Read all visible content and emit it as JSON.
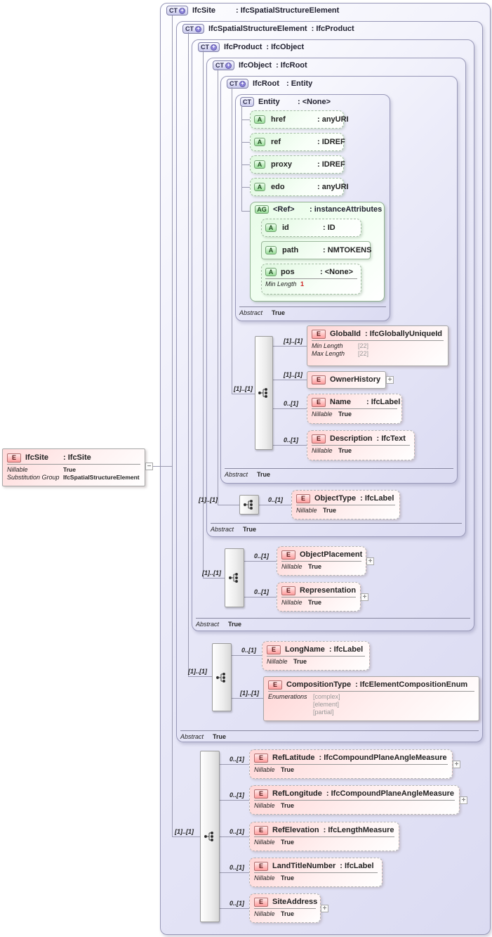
{
  "labels": {
    "ct": "CT",
    "a": "A",
    "ag": "AG",
    "e": "E",
    "plus": "+",
    "minus": "−",
    "abstract": "Abstract",
    "true_value": "True",
    "nillable": "Nillable",
    "substitution_group": "Substitution Group",
    "min_length": "Min Length",
    "max_length": "Max Length",
    "enumerations": "Enumerations"
  },
  "cards": {
    "req": "[1]..[1]",
    "opt": "0..[1]"
  },
  "colors": {
    "ct_fill": "#e9e9f8",
    "attribute_fill": "#e0f8e0",
    "element_fill": "#ffd6d6",
    "connector_line": "#9a9ab0",
    "required_facet_value": "#cc2222"
  },
  "left_element": {
    "name": "IfcSite",
    "type": ": IfcSite",
    "nillable": "True",
    "substitution_group": "IfcSpatialStructureElement"
  },
  "ct": {
    "site": {
      "name": "IfcSite",
      "type": ": IfcSpatialStructureElement"
    },
    "sse": {
      "name": "IfcSpatialStructureElement",
      "type": ": IfcProduct",
      "abstract": "True"
    },
    "product": {
      "name": "IfcProduct",
      "type": ": IfcObject",
      "abstract": "True"
    },
    "object": {
      "name": "IfcObject",
      "type": ": IfcRoot",
      "abstract": "True"
    },
    "root": {
      "name": "IfcRoot",
      "type": ": Entity",
      "abstract": "True"
    },
    "entity": {
      "name": "Entity",
      "type": ": <None>",
      "abstract": "True"
    }
  },
  "attrs": {
    "href": {
      "name": "href",
      "type": ": anyURI"
    },
    "ref": {
      "name": "ref",
      "type": ": IDREF"
    },
    "proxy": {
      "name": "proxy",
      "type": ": IDREF"
    },
    "edo": {
      "name": "edo",
      "type": ": anyURI"
    },
    "ag": {
      "name": "<Ref>",
      "type": ": instanceAttributes"
    },
    "id": {
      "name": "id",
      "type": ": ID"
    },
    "path": {
      "name": "path",
      "type": ": NMTOKENS"
    },
    "pos": {
      "name": "pos",
      "type": ": <None>",
      "min_length": "1"
    }
  },
  "elements": {
    "global_id": {
      "name": "GlobalId",
      "type": ": IfcGloballyUniqueId",
      "min_length": "[22]",
      "max_length": "[22]"
    },
    "owner_history": {
      "name": "OwnerHistory"
    },
    "name": {
      "name": "Name",
      "type": ": IfcLabel",
      "nillable": "True"
    },
    "description": {
      "name": "Description",
      "type": ": IfcText",
      "nillable": "True"
    },
    "object_type": {
      "name": "ObjectType",
      "type": ": IfcLabel",
      "nillable": "True"
    },
    "object_placement": {
      "name": "ObjectPlacement",
      "nillable": "True"
    },
    "representation": {
      "name": "Representation",
      "nillable": "True"
    },
    "long_name": {
      "name": "LongName",
      "type": ": IfcLabel",
      "nillable": "True"
    },
    "composition_type": {
      "name": "CompositionType",
      "type": ": IfcElementCompositionEnum",
      "enumerations": [
        "[complex]",
        "[element]",
        "[partial]"
      ]
    },
    "ref_latitude": {
      "name": "RefLatitude",
      "type": ": IfcCompoundPlaneAngleMeasure",
      "nillable": "True"
    },
    "ref_longitude": {
      "name": "RefLongitude",
      "type": ": IfcCompoundPlaneAngleMeasure",
      "nillable": "True"
    },
    "ref_elevation": {
      "name": "RefElevation",
      "type": ": IfcLengthMeasure",
      "nillable": "True"
    },
    "land_title_number": {
      "name": "LandTitleNumber",
      "type": ": IfcLabel",
      "nillable": "True"
    },
    "site_address": {
      "name": "SiteAddress",
      "nillable": "True"
    }
  }
}
